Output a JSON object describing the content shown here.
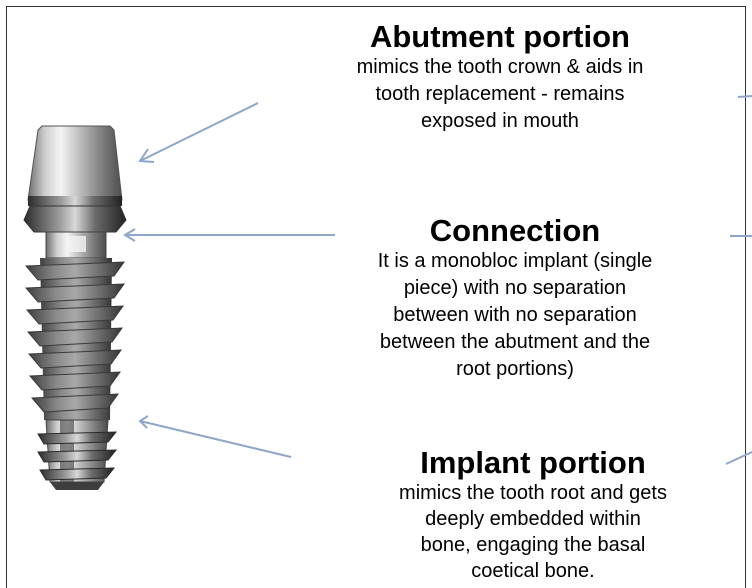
{
  "sections": [
    {
      "heading": "Abutment portion",
      "description": "mimics the tooth crown & aids in\ntooth replacement - remains\nexposed in mouth"
    },
    {
      "heading": "Connection",
      "description": "It is a monobloc implant (single\npiece) with no separation\nbetween with no separation\nbetween the abutment and the\nroot portions)"
    },
    {
      "heading": "Implant portion",
      "description": "mimics the tooth root and gets\ndeeply embedded within\nbone, engaging the basal\ncoetical bone."
    }
  ],
  "colors": {
    "arrow": "#8ea7c8",
    "metal_light": "#e6e6e6",
    "metal_dark": "#5a5a5a"
  },
  "icons": [
    "dental-implant-image",
    "arrow-icon"
  ]
}
